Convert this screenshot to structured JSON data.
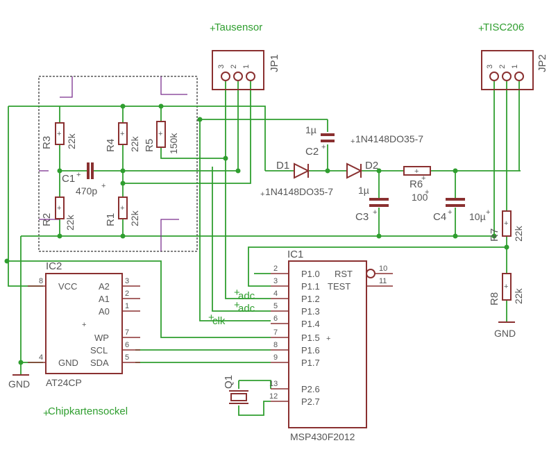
{
  "labels": {
    "tausensor": "Tausensor",
    "tisc206": "TISC206",
    "chipkartensockel": "Chipkartensockel"
  },
  "jp1": {
    "name": "JP1",
    "pins": [
      "3",
      "2",
      "1"
    ]
  },
  "jp2": {
    "name": "JP2",
    "pins": [
      "3",
      "2",
      "1"
    ]
  },
  "resistors": {
    "r1": {
      "name": "R1",
      "value": "22k"
    },
    "r2": {
      "name": "R2",
      "value": "22k"
    },
    "r3": {
      "name": "R3",
      "value": "22k"
    },
    "r4": {
      "name": "R4",
      "value": "22k"
    },
    "r5": {
      "name": "R5",
      "value": "150k"
    },
    "r6": {
      "name": "R6",
      "value": "100"
    },
    "r7": {
      "name": "R7",
      "value": "22k"
    },
    "r8": {
      "name": "R8",
      "value": "22k"
    }
  },
  "capacitors": {
    "c1": {
      "name": "C1",
      "value": "470p"
    },
    "c2": {
      "name": "C2",
      "value": "1µ"
    },
    "c3": {
      "name": "C3",
      "value": "1µ"
    },
    "c4": {
      "name": "C4",
      "value": "10µ"
    }
  },
  "diodes": {
    "d1": {
      "name": "D1",
      "value": "1N4148DO35-7"
    },
    "d2": {
      "name": "D2",
      "value": "1N4148DO35-7"
    }
  },
  "quartz": {
    "name": "Q1"
  },
  "ic1": {
    "name": "IC1",
    "part": "MSP430F2012",
    "left_pins": [
      {
        "num": "2",
        "label": "P1.0"
      },
      {
        "num": "3",
        "label": "P1.1"
      },
      {
        "num": "4",
        "label": "P1.2"
      },
      {
        "num": "5",
        "label": "P1.3"
      },
      {
        "num": "6",
        "label": "P1.4"
      },
      {
        "num": "7",
        "label": "P1.5"
      },
      {
        "num": "8",
        "label": "P1.6"
      },
      {
        "num": "9",
        "label": "P1.7"
      },
      {
        "num": "13",
        "label": "P2.6"
      },
      {
        "num": "12",
        "label": "P2.7"
      }
    ],
    "right_pins": [
      {
        "num": "10",
        "label": "RST"
      },
      {
        "num": "11",
        "label": "TEST"
      }
    ]
  },
  "ic2": {
    "name": "IC2",
    "part": "AT24CP",
    "left_pins": [
      {
        "num": "8",
        "label": "VCC"
      },
      {
        "num": "4",
        "label": "GND"
      }
    ],
    "right_pins": [
      {
        "num": "3",
        "label": "A2"
      },
      {
        "num": "2",
        "label": "A1"
      },
      {
        "num": "1",
        "label": "A0"
      },
      {
        "num": "7",
        "label": "WP"
      },
      {
        "num": "6",
        "label": "SCL"
      },
      {
        "num": "5",
        "label": "SDA"
      }
    ]
  },
  "nets": {
    "adc1": "adc",
    "adc2": "adc",
    "clk": "clk",
    "gnd_left": "GND",
    "gnd_right": "GND"
  }
}
